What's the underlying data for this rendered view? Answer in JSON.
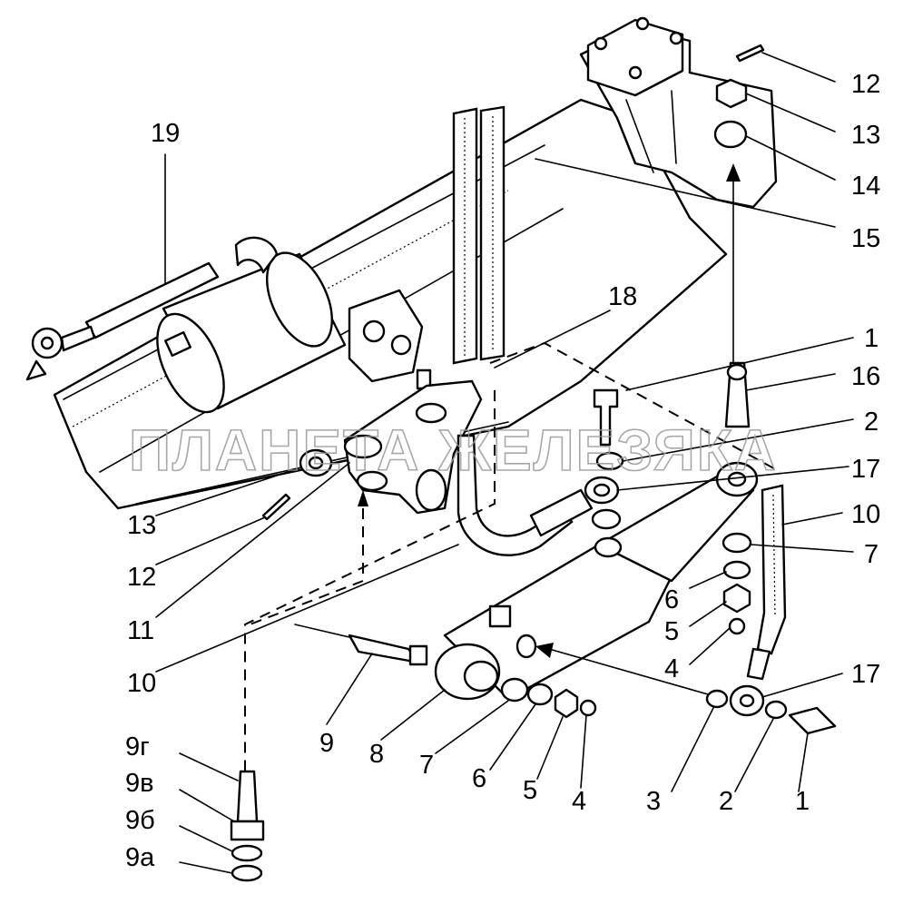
{
  "watermark": "ПЛАНЕТА ЖЕЛЕЗЯКА",
  "callouts": {
    "c19": "19",
    "c18": "18",
    "r12": "12",
    "r13": "13",
    "r14": "14",
    "r15": "15",
    "r1": "1",
    "r16": "16",
    "r2": "2",
    "r17a": "17",
    "r10": "10",
    "r7": "7",
    "r6": "6",
    "r5": "5",
    "r4": "4",
    "r17b": "17",
    "l13": "13",
    "l12": "12",
    "l11": "11",
    "l10": "10",
    "b9": "9",
    "b8": "8",
    "b7": "7",
    "b6": "6",
    "b5": "5",
    "b4": "4",
    "b3": "3",
    "b2": "2",
    "b1": "1",
    "s9g": "9г",
    "s9v": "9в",
    "s9b": "9б",
    "s9a": "9а"
  }
}
